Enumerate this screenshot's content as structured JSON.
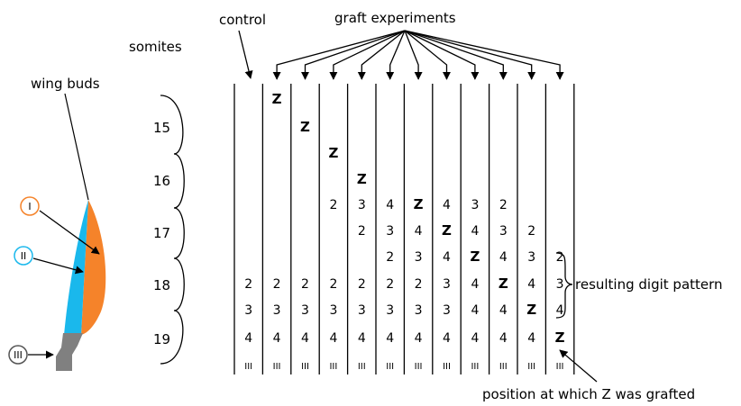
{
  "labels": {
    "wing_buds": "wing buds",
    "somites": "somites",
    "control": "control",
    "graft_experiments": "graft experiments",
    "resulting_digit_pattern": "resulting digit pattern",
    "graft_position": "position at which Z was grafted"
  },
  "somite_numbers": [
    "15",
    "16",
    "17",
    "18",
    "19"
  ],
  "regions": [
    {
      "label": "I",
      "color": "#f5832a"
    },
    {
      "label": "II",
      "color": "#1ab8ec"
    },
    {
      "label": "III",
      "color": "#808080"
    }
  ],
  "columns": [
    {
      "name": "control",
      "cells": [
        null,
        null,
        null,
        null,
        null,
        null,
        null,
        "2",
        "3",
        "4",
        "III"
      ]
    },
    {
      "name": "graft-1",
      "cells": [
        "Z",
        null,
        null,
        null,
        null,
        null,
        null,
        "2",
        "3",
        "4",
        "III"
      ]
    },
    {
      "name": "graft-2",
      "cells": [
        null,
        "Z",
        null,
        null,
        null,
        null,
        null,
        "2",
        "3",
        "4",
        "III"
      ]
    },
    {
      "name": "graft-3",
      "cells": [
        null,
        null,
        "Z",
        null,
        "2",
        null,
        null,
        "2",
        "3",
        "4",
        "III"
      ]
    },
    {
      "name": "graft-4",
      "cells": [
        null,
        null,
        null,
        "Z",
        "3",
        "2",
        null,
        "2",
        "3",
        "4",
        "III"
      ]
    },
    {
      "name": "graft-5",
      "cells": [
        null,
        null,
        null,
        null,
        "4",
        "3",
        "2",
        "2",
        "3",
        "4",
        "III"
      ]
    },
    {
      "name": "graft-6",
      "cells": [
        null,
        null,
        null,
        null,
        "Z",
        "4",
        "3",
        "2",
        "3",
        "4",
        "III"
      ]
    },
    {
      "name": "graft-7",
      "cells": [
        null,
        null,
        null,
        null,
        "4",
        "Z",
        "4",
        "3",
        "3",
        "4",
        "III"
      ]
    },
    {
      "name": "graft-8",
      "cells": [
        null,
        null,
        null,
        null,
        "3",
        "4",
        "Z",
        "4",
        "4",
        "4",
        "III"
      ]
    },
    {
      "name": "graft-9",
      "cells": [
        null,
        null,
        null,
        null,
        "2",
        "3",
        "4",
        "Z",
        "4",
        "4",
        "III"
      ]
    },
    {
      "name": "graft-10",
      "cells": [
        null,
        null,
        null,
        null,
        null,
        "2",
        "3",
        "4",
        "Z",
        "4",
        "III"
      ]
    },
    {
      "name": "graft-11",
      "cells": [
        null,
        null,
        null,
        null,
        null,
        null,
        "2",
        "3",
        "4",
        "Z",
        "III"
      ]
    }
  ]
}
